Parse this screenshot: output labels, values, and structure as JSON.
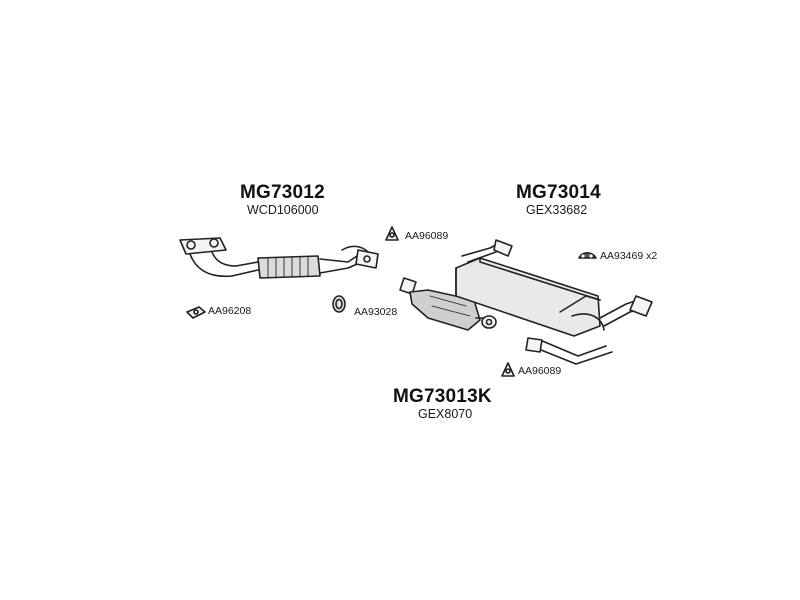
{
  "groups": {
    "front_pipe": {
      "part_no": "MG73012",
      "ref": "WCD106000"
    },
    "rear_silencer": {
      "part_no": "MG73014",
      "ref": "GEX33682"
    },
    "catalyst": {
      "part_no": "MG73013K",
      "ref": "GEX8070"
    }
  },
  "accessories": {
    "front_gasket": "AA96208",
    "ring_gasket": "AA93028",
    "upper_clamp": "AA96089",
    "lower_clamp": "AA96089",
    "rubber_hanger": "AA93469 x2"
  },
  "icons": {
    "front_pipe": "front-exhaust-pipe-icon",
    "catalyst": "catalytic-converter-icon",
    "silencer": "rear-silencer-icon",
    "gasket": "gasket-icon",
    "ring": "ring-gasket-icon",
    "clamp": "clamp-icon",
    "hanger": "rubber-hanger-icon"
  }
}
